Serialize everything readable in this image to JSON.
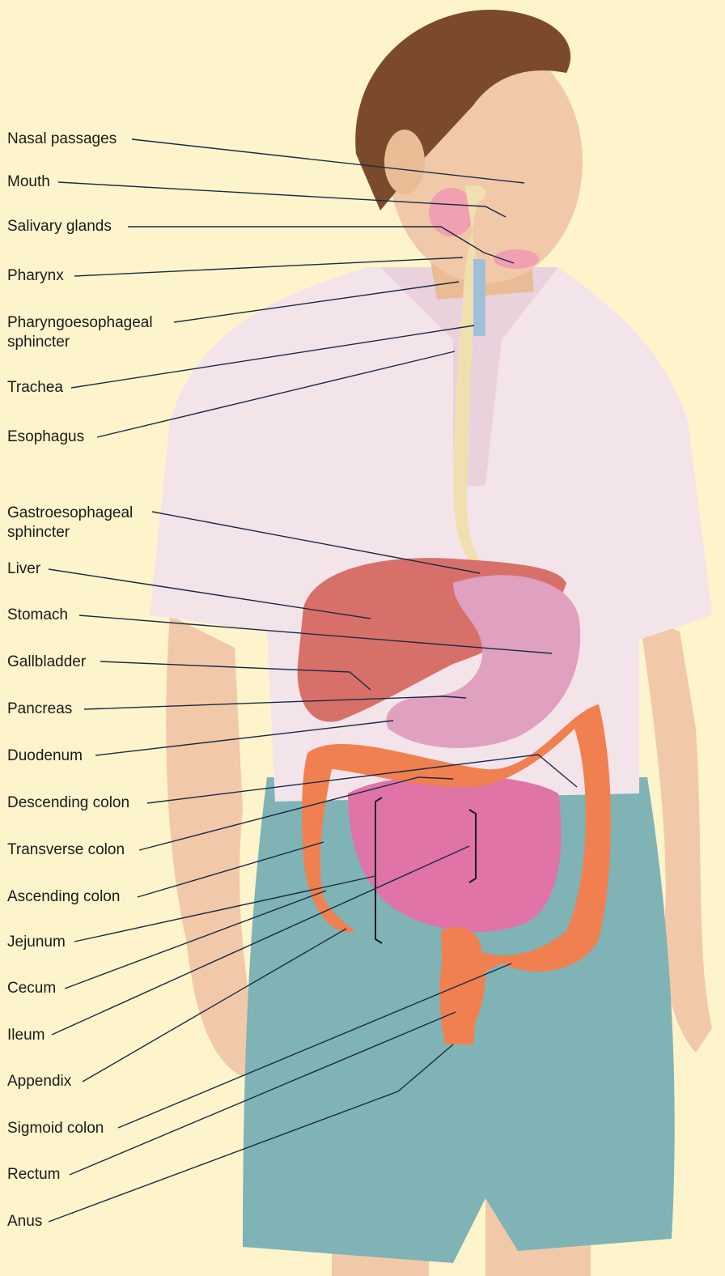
{
  "labels": [
    {
      "text": "Nasal passages"
    },
    {
      "text": "Mouth"
    },
    {
      "text": "Salivary glands"
    },
    {
      "text": "Pharynx"
    },
    {
      "text": "Pharyngoesophageal\nsphincter"
    },
    {
      "text": "Trachea"
    },
    {
      "text": "Esophagus"
    },
    {
      "text": "Gastroesophageal\nsphincter"
    },
    {
      "text": "Liver"
    },
    {
      "text": "Stomach"
    },
    {
      "text": "Gallbladder"
    },
    {
      "text": "Pancreas"
    },
    {
      "text": "Duodenum"
    },
    {
      "text": "Descending colon"
    },
    {
      "text": "Transverse colon"
    },
    {
      "text": "Ascending colon"
    },
    {
      "text": "Jejunum"
    },
    {
      "text": "Cecum"
    },
    {
      "text": "Ileum"
    },
    {
      "text": "Appendix"
    },
    {
      "text": "Sigmoid colon"
    },
    {
      "text": "Rectum"
    },
    {
      "text": "Anus"
    }
  ],
  "colors": {
    "background": "#fdf4cc",
    "skin": "#f1c9a8",
    "hair": "#7a4a2a",
    "shirt": "#f3e4ea",
    "shorts": "#7fb3b5",
    "liver": "#d8706a",
    "stomach": "#e0a0c0",
    "small_intestine": "#e074a6",
    "colon": "#f08050",
    "esophagus": "#f0e0b0",
    "trachea": "#9fc0d8",
    "salivary": "#f0a0b0",
    "leader_line": "#1a2a44"
  }
}
